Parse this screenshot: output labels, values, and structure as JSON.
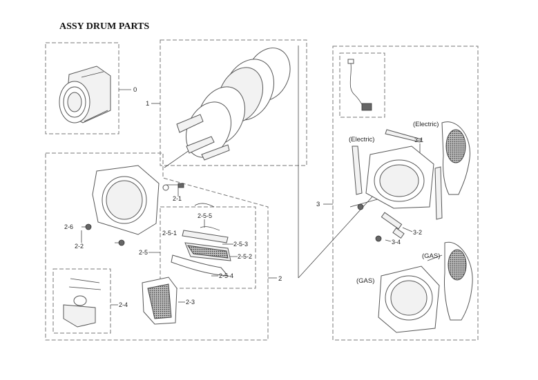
{
  "title": "ASSY DRUM PARTS",
  "parts": {
    "p0": "0",
    "p1": "1",
    "p2": "2",
    "p3": "3",
    "p2_1": "2-1",
    "p2_2": "2-2",
    "p2_3": "2-3",
    "p2_4": "2-4",
    "p2_5": "2-5",
    "p2_6": "2-6",
    "p2_5_1": "2-5-1",
    "p2_5_2": "2-5-2",
    "p2_5_3": "2-5-3",
    "p2_5_4": "2-5-4",
    "p2_5_5": "2-5-5",
    "p3_1": "3-1",
    "p3_2": "3-2",
    "p3_4": "3-4"
  },
  "variants": {
    "electric_left": "(Electric)",
    "electric_right": "(Electric)",
    "gas_top": "(GAS)",
    "gas_bottom": "(GAS)"
  }
}
